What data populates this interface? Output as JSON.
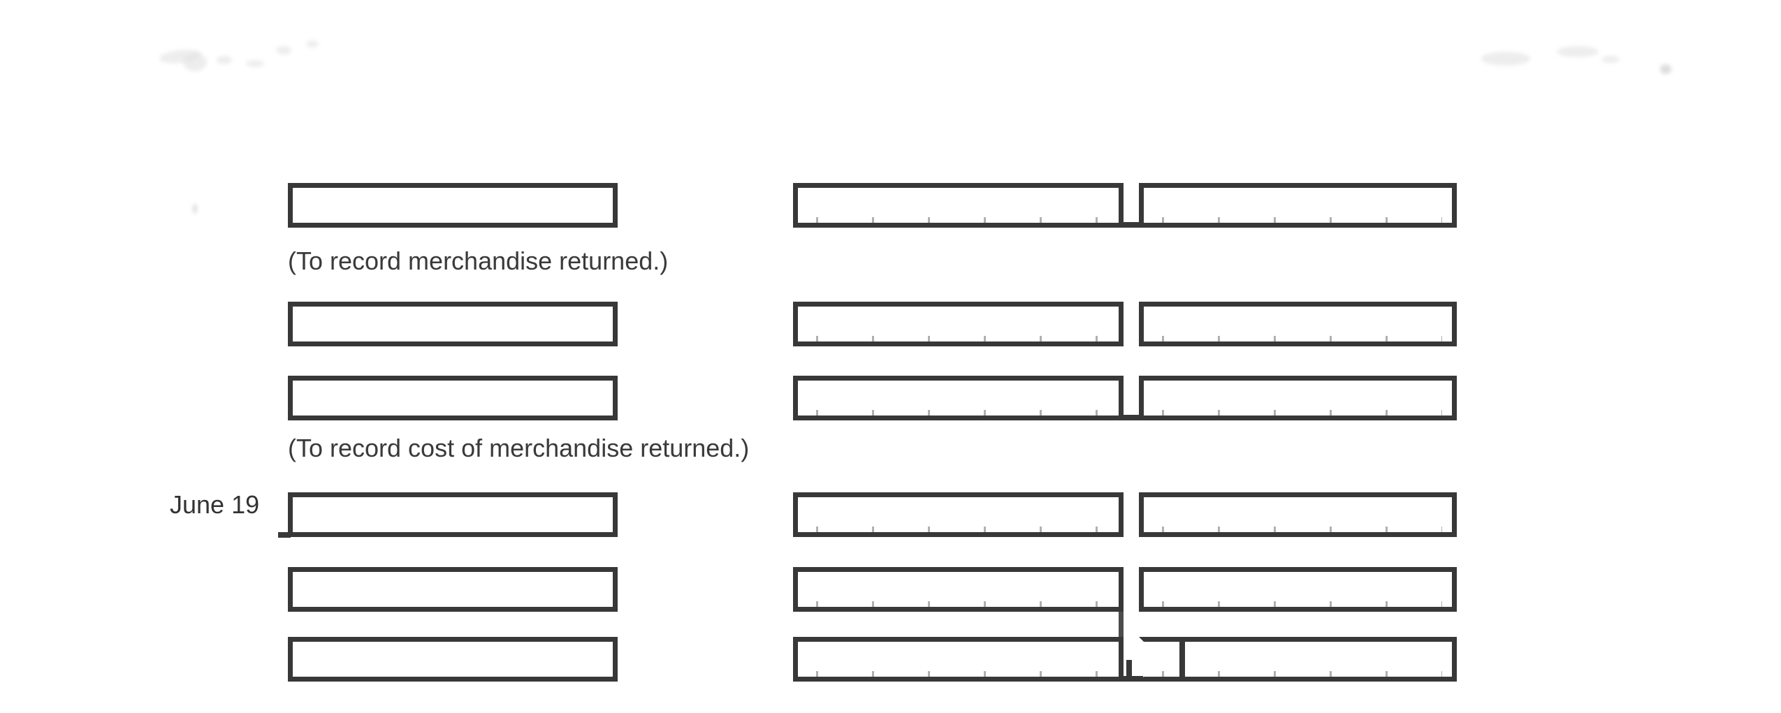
{
  "page": {
    "background_color": "#ffffff",
    "ink_color": "#383838",
    "text_color": "#3a3a3a"
  },
  "journal": {
    "date_label": "June 19",
    "captions": [
      "(To record merchandise returned.)",
      "(To record cost of merchandise returned.)"
    ],
    "rows": [
      {
        "account": "",
        "debit": "",
        "credit": ""
      },
      {
        "account": "",
        "debit": "",
        "credit": ""
      },
      {
        "account": "",
        "debit": "",
        "credit": ""
      },
      {
        "account": "",
        "debit": "",
        "credit": ""
      },
      {
        "account": "",
        "debit": "",
        "credit": ""
      },
      {
        "account": "",
        "debit": "",
        "credit": ""
      }
    ]
  }
}
